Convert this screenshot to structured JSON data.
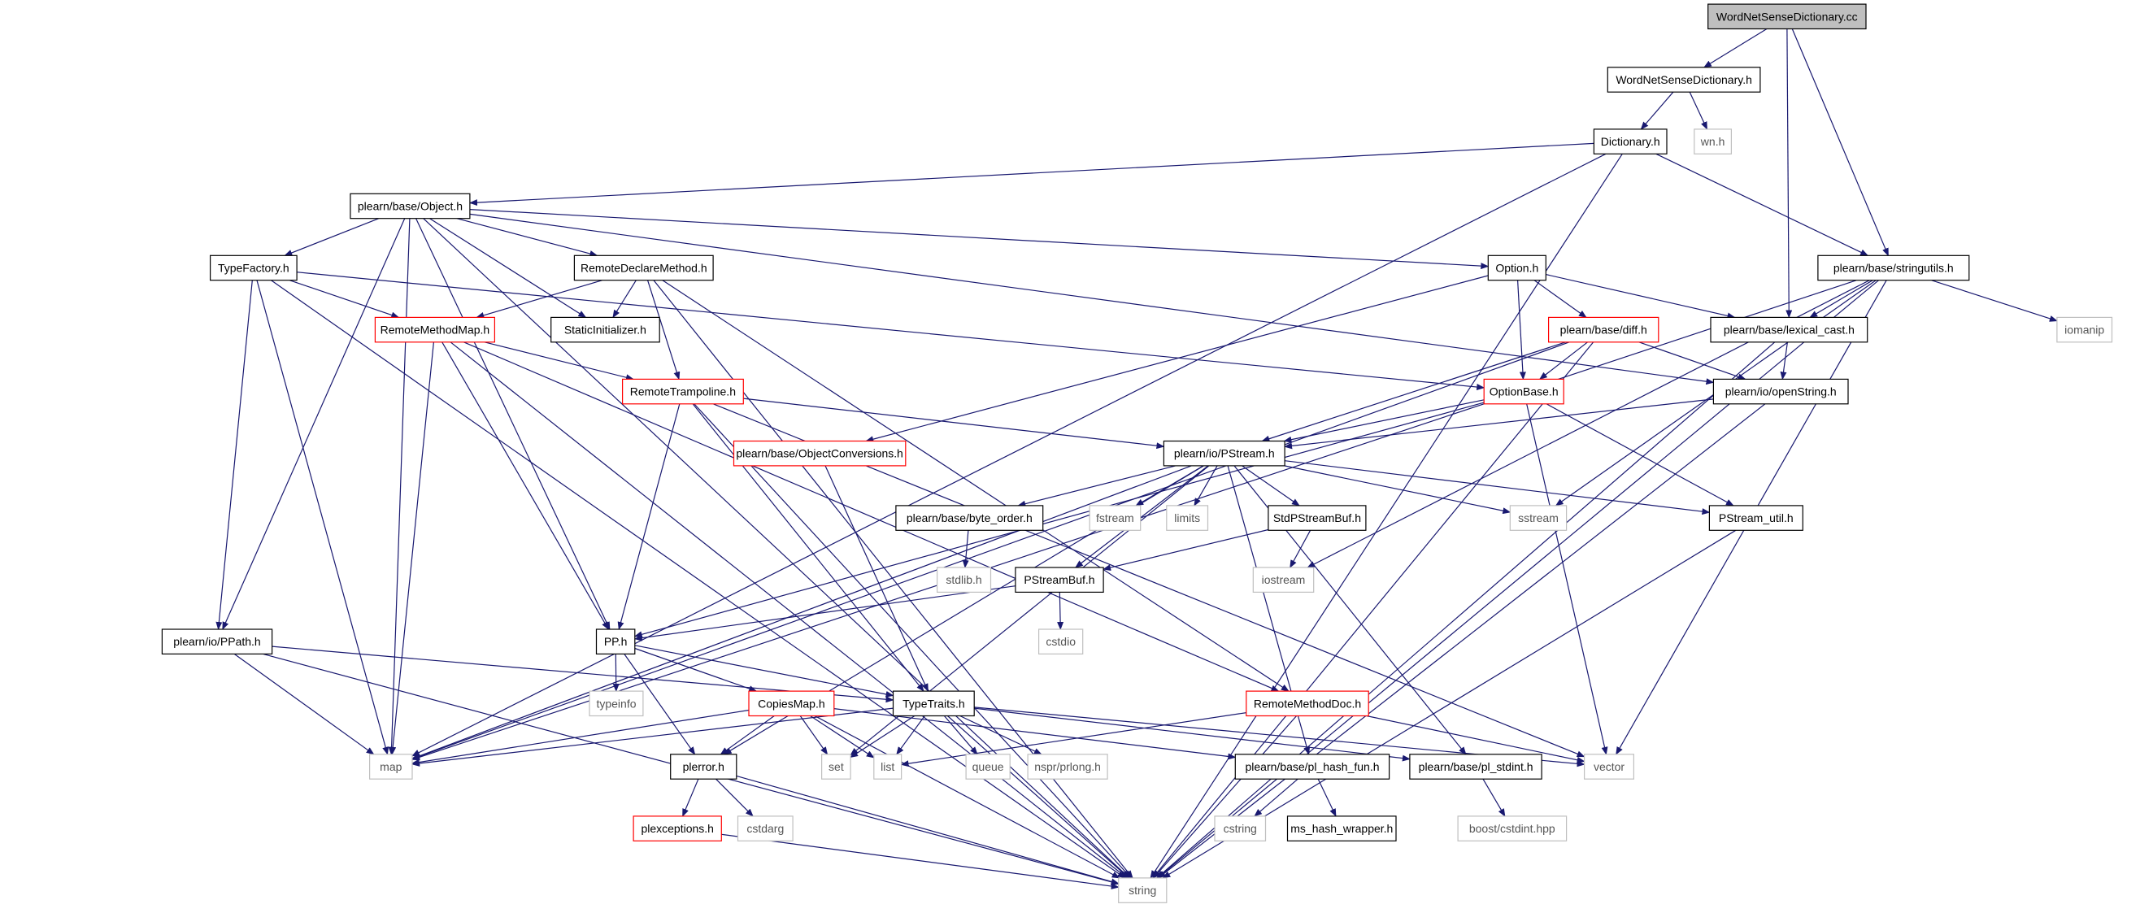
{
  "colors": {
    "edge": "#191970",
    "box_black": "#000000",
    "box_red": "#ff0000",
    "box_gray": "#bfbfbf",
    "root_fill": "#bfbfbf",
    "text": "#000000",
    "bg": "#ffffff"
  },
  "nodes": [
    {
      "id": "wnsd_cc",
      "label": "WordNetSenseDictionary.cc",
      "style": "root"
    },
    {
      "id": "wnsd_h",
      "label": "WordNetSenseDictionary.h",
      "style": "black"
    },
    {
      "id": "wn_h",
      "label": "wn.h",
      "style": "gray"
    },
    {
      "id": "dictionary_h",
      "label": "Dictionary.h",
      "style": "black"
    },
    {
      "id": "object_h",
      "label": "plearn/base/Object.h",
      "style": "black"
    },
    {
      "id": "stringutils_h",
      "label": "plearn/base/stringutils.h",
      "style": "black"
    },
    {
      "id": "typefactory_h",
      "label": "TypeFactory.h",
      "style": "black"
    },
    {
      "id": "remotedeclaremethod_h",
      "label": "RemoteDeclareMethod.h",
      "style": "black"
    },
    {
      "id": "option_h",
      "label": "Option.h",
      "style": "black"
    },
    {
      "id": "lexical_cast_h",
      "label": "plearn/base/lexical_cast.h",
      "style": "black"
    },
    {
      "id": "iomanip",
      "label": "iomanip",
      "style": "gray"
    },
    {
      "id": "remotemethodmap_h",
      "label": "RemoteMethodMap.h",
      "style": "red"
    },
    {
      "id": "staticinitializer_h",
      "label": "StaticInitializer.h",
      "style": "black"
    },
    {
      "id": "diff_h",
      "label": "plearn/base/diff.h",
      "style": "red"
    },
    {
      "id": "remotetrampoline_h",
      "label": "RemoteTrampoline.h",
      "style": "red"
    },
    {
      "id": "optionbase_h",
      "label": "OptionBase.h",
      "style": "red"
    },
    {
      "id": "openstring_h",
      "label": "plearn/io/openString.h",
      "style": "black"
    },
    {
      "id": "objectconversions_h",
      "label": "plearn/base/ObjectConversions.h",
      "style": "red"
    },
    {
      "id": "pstream_h",
      "label": "plearn/io/PStream.h",
      "style": "black"
    },
    {
      "id": "byte_order_h",
      "label": "plearn/base/byte_order.h",
      "style": "black"
    },
    {
      "id": "fstream",
      "label": "fstream",
      "style": "gray"
    },
    {
      "id": "limits",
      "label": "limits",
      "style": "gray"
    },
    {
      "id": "stdpstreambuf_h",
      "label": "StdPStreamBuf.h",
      "style": "black"
    },
    {
      "id": "sstream",
      "label": "sstream",
      "style": "gray"
    },
    {
      "id": "pstream_util_h",
      "label": "PStream_util.h",
      "style": "black"
    },
    {
      "id": "stdlib_h",
      "label": "stdlib.h",
      "style": "gray"
    },
    {
      "id": "iostream",
      "label": "iostream",
      "style": "gray"
    },
    {
      "id": "pstreambuf_h",
      "label": "PStreamBuf.h",
      "style": "black"
    },
    {
      "id": "cstdio",
      "label": "cstdio",
      "style": "gray"
    },
    {
      "id": "ppath_h",
      "label": "plearn/io/PPath.h",
      "style": "black"
    },
    {
      "id": "pp_h",
      "label": "PP.h",
      "style": "black"
    },
    {
      "id": "typeinfo",
      "label": "typeinfo",
      "style": "gray"
    },
    {
      "id": "copiesmap_h",
      "label": "CopiesMap.h",
      "style": "red"
    },
    {
      "id": "typetraits_h",
      "label": "TypeTraits.h",
      "style": "black"
    },
    {
      "id": "remotemethoddoc_h",
      "label": "RemoteMethodDoc.h",
      "style": "red"
    },
    {
      "id": "map",
      "label": "map",
      "style": "gray"
    },
    {
      "id": "set",
      "label": "set",
      "style": "gray"
    },
    {
      "id": "list",
      "label": "list",
      "style": "gray"
    },
    {
      "id": "queue",
      "label": "queue",
      "style": "gray"
    },
    {
      "id": "nspr_prlong_h",
      "label": "nspr/prlong.h",
      "style": "gray"
    },
    {
      "id": "vector",
      "label": "vector",
      "style": "gray"
    },
    {
      "id": "plerror_h",
      "label": "plerror.h",
      "style": "black"
    },
    {
      "id": "pl_hash_fun_h",
      "label": "plearn/base/pl_hash_fun.h",
      "style": "black"
    },
    {
      "id": "pl_stdint_h",
      "label": "plearn/base/pl_stdint.h",
      "style": "black"
    },
    {
      "id": "plexceptions_h",
      "label": "plexceptions.h",
      "style": "red"
    },
    {
      "id": "cstdarg",
      "label": "cstdarg",
      "style": "gray"
    },
    {
      "id": "cstring",
      "label": "cstring",
      "style": "gray"
    },
    {
      "id": "ms_hash_wrapper_h",
      "label": "ms_hash_wrapper.h",
      "style": "black"
    },
    {
      "id": "boost_cstdint_hpp",
      "label": "boost/cstdint.hpp",
      "style": "gray"
    },
    {
      "id": "string",
      "label": "string",
      "style": "gray"
    }
  ],
  "edges": [
    [
      "wnsd_cc",
      "wnsd_h"
    ],
    [
      "wnsd_cc",
      "stringutils_h"
    ],
    [
      "wnsd_cc",
      "lexical_cast_h"
    ],
    [
      "wnsd_h",
      "dictionary_h"
    ],
    [
      "wnsd_h",
      "wn_h"
    ],
    [
      "dictionary_h",
      "object_h"
    ],
    [
      "dictionary_h",
      "stringutils_h"
    ],
    [
      "dictionary_h",
      "map"
    ],
    [
      "dictionary_h",
      "string"
    ],
    [
      "object_h",
      "typefactory_h"
    ],
    [
      "object_h",
      "remotedeclaremethod_h"
    ],
    [
      "object_h",
      "option_h"
    ],
    [
      "object_h",
      "staticinitializer_h"
    ],
    [
      "object_h",
      "ppath_h"
    ],
    [
      "object_h",
      "pp_h"
    ],
    [
      "object_h",
      "openstring_h"
    ],
    [
      "object_h",
      "map"
    ],
    [
      "object_h",
      "string"
    ],
    [
      "typefactory_h",
      "remotemethodmap_h"
    ],
    [
      "typefactory_h",
      "optionbase_h"
    ],
    [
      "typefactory_h",
      "ppath_h"
    ],
    [
      "typefactory_h",
      "map"
    ],
    [
      "typefactory_h",
      "string"
    ],
    [
      "remotedeclaremethod_h",
      "remotemethodmap_h"
    ],
    [
      "remotedeclaremethod_h",
      "staticinitializer_h"
    ],
    [
      "remotedeclaremethod_h",
      "remotetrampoline_h"
    ],
    [
      "remotedeclaremethod_h",
      "remotemethoddoc_h"
    ],
    [
      "remotedeclaremethod_h",
      "string"
    ],
    [
      "remotemethodmap_h",
      "remotetrampoline_h"
    ],
    [
      "remotemethodmap_h",
      "remotemethoddoc_h"
    ],
    [
      "remotemethodmap_h",
      "pp_h"
    ],
    [
      "remotemethodmap_h",
      "map"
    ],
    [
      "remotemethodmap_h",
      "string"
    ],
    [
      "option_h",
      "diff_h"
    ],
    [
      "option_h",
      "optionbase_h"
    ],
    [
      "option_h",
      "objectconversions_h"
    ],
    [
      "option_h",
      "lexical_cast_h"
    ],
    [
      "diff_h",
      "optionbase_h"
    ],
    [
      "diff_h",
      "openstring_h"
    ],
    [
      "diff_h",
      "pstream_h"
    ],
    [
      "diff_h",
      "map"
    ],
    [
      "diff_h",
      "string"
    ],
    [
      "optionbase_h",
      "pstream_h"
    ],
    [
      "optionbase_h",
      "pstream_util_h"
    ],
    [
      "optionbase_h",
      "pp_h"
    ],
    [
      "optionbase_h",
      "vector"
    ],
    [
      "stringutils_h",
      "lexical_cast_h"
    ],
    [
      "stringutils_h",
      "iomanip"
    ],
    [
      "stringutils_h",
      "sstream"
    ],
    [
      "stringutils_h",
      "iostream"
    ],
    [
      "stringutils_h",
      "vector"
    ],
    [
      "stringutils_h",
      "string"
    ],
    [
      "stringutils_h",
      "map"
    ],
    [
      "lexical_cast_h",
      "openstring_h"
    ],
    [
      "lexical_cast_h",
      "string"
    ],
    [
      "openstring_h",
      "pstream_h"
    ],
    [
      "openstring_h",
      "string"
    ],
    [
      "remotetrampoline_h",
      "pstream_h"
    ],
    [
      "remotetrampoline_h",
      "pp_h"
    ],
    [
      "remotetrampoline_h",
      "typetraits_h"
    ],
    [
      "remotetrampoline_h",
      "string"
    ],
    [
      "remotetrampoline_h",
      "vector"
    ],
    [
      "objectconversions_h",
      "typetraits_h"
    ],
    [
      "pstream_h",
      "byte_order_h"
    ],
    [
      "pstream_h",
      "fstream"
    ],
    [
      "pstream_h",
      "limits"
    ],
    [
      "pstream_h",
      "stdpstreambuf_h"
    ],
    [
      "pstream_h",
      "sstream"
    ],
    [
      "pstream_h",
      "pstream_util_h"
    ],
    [
      "pstream_h",
      "pstreambuf_h"
    ],
    [
      "pstream_h",
      "plerror_h"
    ],
    [
      "pstream_h",
      "pl_hash_fun_h"
    ],
    [
      "pstream_h",
      "pl_stdint_h"
    ],
    [
      "pstream_h",
      "map"
    ],
    [
      "pstream_h",
      "set"
    ],
    [
      "byte_order_h",
      "stdlib_h"
    ],
    [
      "stdpstreambuf_h",
      "pstreambuf_h"
    ],
    [
      "stdpstreambuf_h",
      "iostream"
    ],
    [
      "pstream_util_h",
      "string"
    ],
    [
      "pstreambuf_h",
      "pp_h"
    ],
    [
      "pstreambuf_h",
      "cstdio"
    ],
    [
      "ppath_h",
      "typetraits_h"
    ],
    [
      "ppath_h",
      "map"
    ],
    [
      "ppath_h",
      "string"
    ],
    [
      "pp_h",
      "typeinfo"
    ],
    [
      "pp_h",
      "copiesmap_h"
    ],
    [
      "pp_h",
      "typetraits_h"
    ],
    [
      "pp_h",
      "plerror_h"
    ],
    [
      "copiesmap_h",
      "map"
    ],
    [
      "copiesmap_h",
      "set"
    ],
    [
      "copiesmap_h",
      "list"
    ],
    [
      "copiesmap_h",
      "plerror_h"
    ],
    [
      "copiesmap_h",
      "pl_hash_fun_h"
    ],
    [
      "copiesmap_h",
      "string"
    ],
    [
      "typetraits_h",
      "map"
    ],
    [
      "typetraits_h",
      "set"
    ],
    [
      "typetraits_h",
      "list"
    ],
    [
      "typetraits_h",
      "queue"
    ],
    [
      "typetraits_h",
      "nspr_prlong_h"
    ],
    [
      "typetraits_h",
      "pl_stdint_h"
    ],
    [
      "typetraits_h",
      "vector"
    ],
    [
      "typetraits_h",
      "string"
    ],
    [
      "remotemethoddoc_h",
      "list"
    ],
    [
      "remotemethoddoc_h",
      "vector"
    ],
    [
      "remotemethoddoc_h",
      "string"
    ],
    [
      "plerror_h",
      "plexceptions_h"
    ],
    [
      "plerror_h",
      "cstdarg"
    ],
    [
      "plerror_h",
      "string"
    ],
    [
      "plexceptions_h",
      "string"
    ],
    [
      "pl_hash_fun_h",
      "cstring"
    ],
    [
      "pl_hash_fun_h",
      "ms_hash_wrapper_h"
    ],
    [
      "pl_stdint_h",
      "boost_cstdint_hpp"
    ]
  ]
}
